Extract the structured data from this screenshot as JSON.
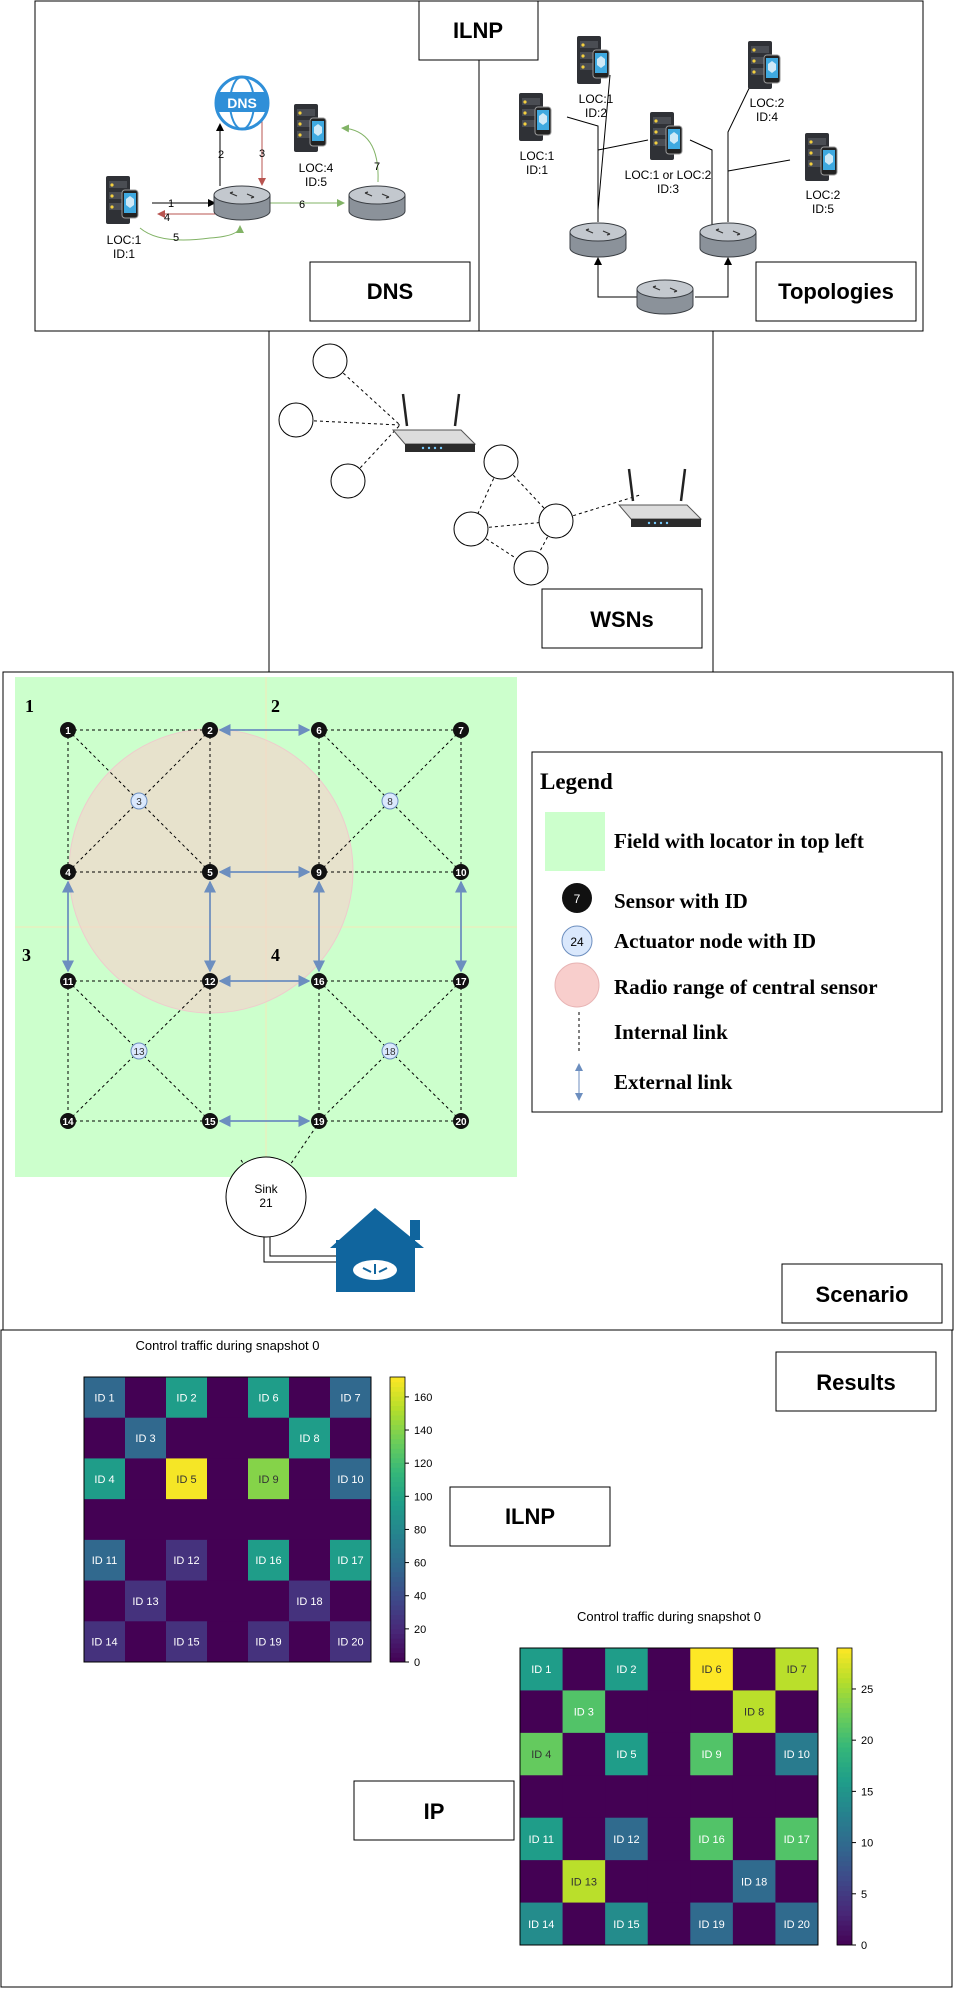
{
  "panels": {
    "ilnp_tab": "ILNP",
    "dns_label": "DNS",
    "topologies_label": "Topologies",
    "wsns_label": "WSNs",
    "scenario_label": "Scenario",
    "results_label": "Results",
    "ilnp_result_label": "ILNP",
    "ip_result_label": "IP"
  },
  "dns": {
    "cloud_text": "DNS",
    "node_left": {
      "loc": "LOC:1",
      "id": "ID:1"
    },
    "node_right": {
      "loc": "LOC:4",
      "id": "ID:5"
    },
    "steps": [
      "1",
      "2",
      "3",
      "4",
      "5",
      "6",
      "7"
    ]
  },
  "topologies": {
    "nodes": [
      {
        "loc": "LOC:1",
        "id": "ID:1"
      },
      {
        "loc": "LOC:1",
        "id": "ID:2"
      },
      {
        "loc": "LOC:1 or LOC:2",
        "id": "ID:3"
      },
      {
        "loc": "LOC:2",
        "id": "ID:4"
      },
      {
        "loc": "LOC:2",
        "id": "ID:5"
      }
    ]
  },
  "scenario": {
    "field_numbers": [
      "1",
      "2",
      "3",
      "4"
    ],
    "sensors": [
      "1",
      "2",
      "4",
      "5",
      "6",
      "7",
      "9",
      "10",
      "11",
      "12",
      "14",
      "15",
      "16",
      "17",
      "19",
      "20"
    ],
    "actuators": [
      "3",
      "8",
      "13",
      "18"
    ],
    "sink": {
      "label": "Sink",
      "id": "21"
    },
    "legend": {
      "title": "Legend",
      "field": "Field with locator in top left",
      "sensor_example": "7",
      "sensor": "Sensor with ID",
      "actuator_example": "24",
      "actuator": "Actuator node with ID",
      "radio": "Radio range of central sensor",
      "internal": "Internal link",
      "external": "External link"
    },
    "colors": {
      "field": "#ccffcc",
      "radio": "#f8cecc",
      "sensor": "#111111",
      "actuator": "#dae8fc",
      "external_link": "#6c8ebf"
    }
  },
  "chart_data": [
    {
      "type": "heatmap",
      "title": "Control traffic during snapshot 0",
      "colormap": "viridis",
      "clim": [
        0,
        172
      ],
      "colorbar_ticks": [
        0,
        20,
        40,
        60,
        80,
        100,
        120,
        140,
        160
      ],
      "cells": [
        [
          "ID 1",
          "",
          "ID 2",
          "",
          "ID 6",
          "",
          "ID 7"
        ],
        [
          "",
          "ID 3",
          "",
          "",
          "",
          "ID 8",
          ""
        ],
        [
          "ID 4",
          "",
          "ID 5",
          "",
          "ID 9",
          "",
          "ID 10"
        ],
        [
          "",
          "",
          "",
          "",
          "",
          "",
          ""
        ],
        [
          "ID 11",
          "",
          "ID 12",
          "",
          "ID 16",
          "",
          "ID 17"
        ],
        [
          "",
          "ID 13",
          "",
          "",
          "",
          "ID 18",
          ""
        ],
        [
          "ID 14",
          "",
          "ID 15",
          "",
          "ID 19",
          "",
          "ID 20"
        ]
      ],
      "values": [
        [
          58,
          0,
          95,
          0,
          95,
          0,
          58
        ],
        [
          0,
          58,
          0,
          0,
          0,
          95,
          0
        ],
        [
          95,
          0,
          170,
          0,
          140,
          0,
          58
        ],
        [
          0,
          0,
          0,
          0,
          0,
          0,
          0
        ],
        [
          58,
          0,
          25,
          0,
          95,
          0,
          95
        ],
        [
          0,
          25,
          0,
          0,
          0,
          25,
          0
        ],
        [
          25,
          0,
          25,
          0,
          25,
          0,
          25
        ]
      ]
    },
    {
      "type": "heatmap",
      "title": "Control traffic during snapshot 0",
      "colormap": "viridis",
      "clim": [
        0,
        29
      ],
      "colorbar_ticks": [
        0,
        5,
        10,
        15,
        20,
        25
      ],
      "cells": [
        [
          "ID 1",
          "",
          "ID 2",
          "",
          "ID 6",
          "",
          "ID 7"
        ],
        [
          "",
          "ID 3",
          "",
          "",
          "",
          "ID 8",
          ""
        ],
        [
          "ID 4",
          "",
          "ID 5",
          "",
          "ID 9",
          "",
          "ID 10"
        ],
        [
          "",
          "",
          "",
          "",
          "",
          "",
          ""
        ],
        [
          "ID 11",
          "",
          "ID 12",
          "",
          "ID 16",
          "",
          "ID 17"
        ],
        [
          "",
          "ID 13",
          "",
          "",
          "",
          "ID 18",
          ""
        ],
        [
          "ID 14",
          "",
          "ID 15",
          "",
          "ID 19",
          "",
          "ID 20"
        ]
      ],
      "values": [
        [
          16,
          0,
          16,
          0,
          29,
          0,
          26
        ],
        [
          0,
          21,
          0,
          0,
          0,
          26,
          0
        ],
        [
          22,
          0,
          16,
          0,
          21,
          0,
          12
        ],
        [
          0,
          0,
          0,
          0,
          0,
          0,
          0
        ],
        [
          16,
          0,
          10,
          0,
          21,
          0,
          21
        ],
        [
          0,
          26,
          0,
          0,
          0,
          10,
          0
        ],
        [
          14,
          0,
          14,
          0,
          10,
          0,
          10
        ]
      ]
    }
  ]
}
